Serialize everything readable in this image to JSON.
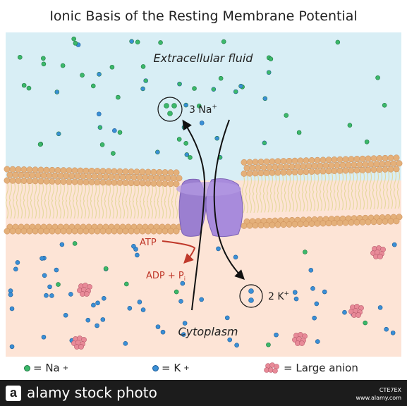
{
  "title": "Ionic Basis of the Resting Membrane Potential",
  "regions": {
    "extracellular": "Extracellular fluid",
    "cytoplasm": "Cytoplasm"
  },
  "pump": {
    "na_count": "3 Na",
    "na_charge": "+",
    "k_count": "2 K",
    "k_charge": "+",
    "atp": "ATP",
    "adp": "ADP + P",
    "pi_subscript": "i"
  },
  "legend": {
    "na_label": "= Na",
    "na_charge": "+",
    "k_label": "= K",
    "k_charge": "+",
    "anion_label": "= Large anion"
  },
  "watermark": {
    "logo_letter": "a",
    "brand": "alamy stock photo",
    "code": "CTE7EX",
    "url": "www.alamy.com"
  },
  "colors": {
    "extracellular_bg": "#d8eef5",
    "cytoplasm_bg": "#fde4d6",
    "na_ion": "#3cb86a",
    "k_ion": "#3a8fd6",
    "anion": "#e88a98",
    "pump": "#9b7fd0",
    "lipid_head": "#e4b07a",
    "lipid_tail": "#e6d9a0",
    "atp_text": "#c0392b"
  }
}
